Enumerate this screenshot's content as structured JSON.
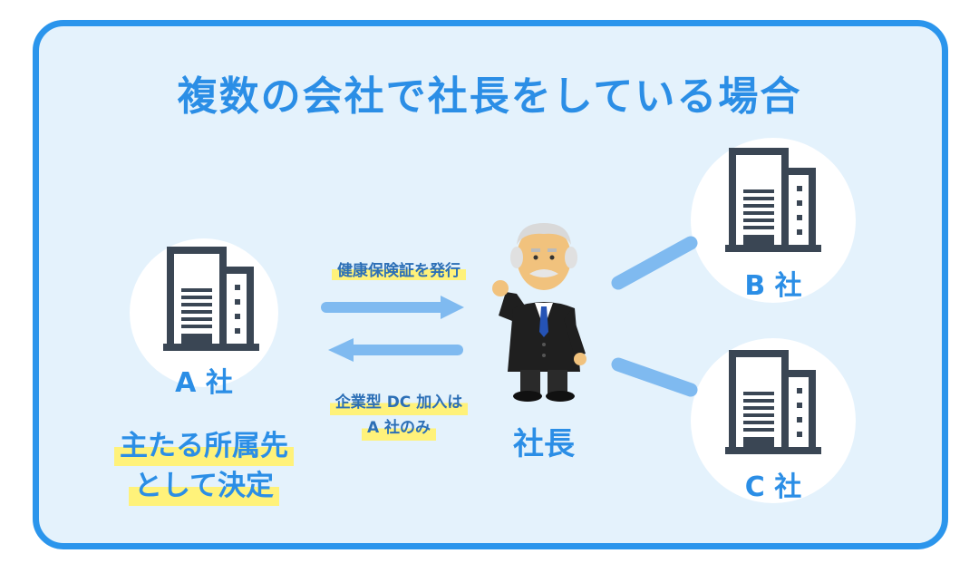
{
  "title": "複数の会社で社長をしている場合",
  "companies": {
    "a": "A 社",
    "b": "B 社",
    "c": "C 社"
  },
  "a_note": {
    "line1": "主たる所属先",
    "line2": "として決定"
  },
  "arrow_top_label": "健康保険証を発行",
  "arrow_bottom_label": {
    "line1": "企業型 DC 加入は",
    "line2": "A 社のみ"
  },
  "president_label": "社長",
  "colors": {
    "accent": "#2b8ee6",
    "frame": "#2b95ec",
    "background": "#e4f2fc",
    "arrow": "#7fbaf0",
    "highlight": "#fff27a",
    "building": "#3a4654"
  }
}
